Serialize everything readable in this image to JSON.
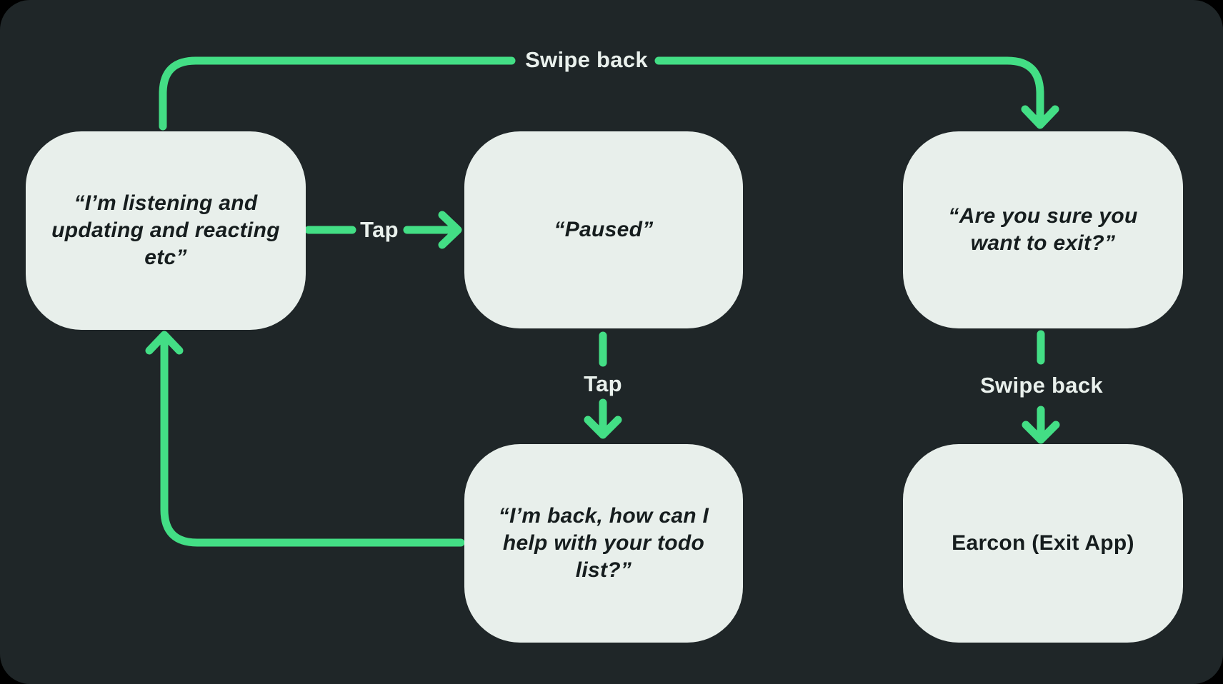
{
  "colors": {
    "page_bg": "#000000",
    "panel_bg": "#1F2628",
    "node_bg": "#E8EFEB",
    "node_text": "#161D1E",
    "accent": "#43DE85",
    "label_text": "#E9F0EC"
  },
  "diagram": {
    "nodes": [
      {
        "id": "listening",
        "text": "“I’m listening and\nupdating and reacting\netc”",
        "style": "bold-italic"
      },
      {
        "id": "paused",
        "text": "“Paused”",
        "style": "bold-italic"
      },
      {
        "id": "confirm-exit",
        "text": "“Are you sure you\nwant to exit?”",
        "style": "bold-italic"
      },
      {
        "id": "back-todo",
        "text": "“I’m back, how can I\nhelp with your todo\nlist?”",
        "style": "bold-italic"
      },
      {
        "id": "earcon-exit",
        "text": "Earcon (Exit App)",
        "style": "bold"
      }
    ],
    "edges": [
      {
        "from": "listening",
        "to": "confirm-exit",
        "label": "Swipe back",
        "direction": "up-right-down"
      },
      {
        "from": "listening",
        "to": "paused",
        "label": "Tap",
        "direction": "right"
      },
      {
        "from": "paused",
        "to": "back-todo",
        "label": "Tap",
        "direction": "down"
      },
      {
        "from": "confirm-exit",
        "to": "earcon-exit",
        "label": "Swipe back",
        "direction": "down"
      },
      {
        "from": "back-todo",
        "to": "listening",
        "label": "",
        "direction": "left-up"
      }
    ]
  }
}
